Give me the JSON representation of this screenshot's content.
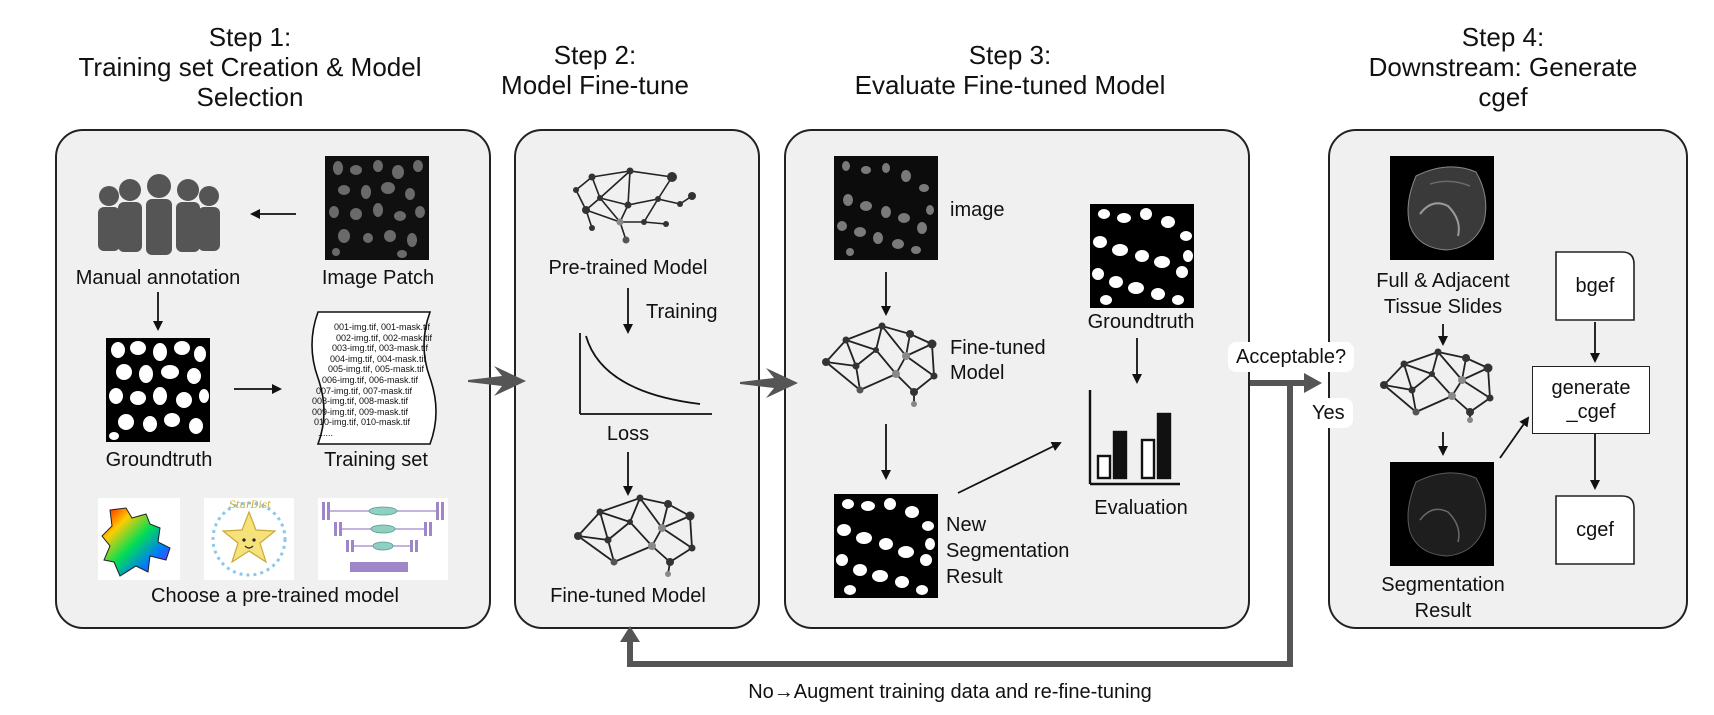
{
  "steps": [
    {
      "title_line1": "Step 1:",
      "title_line2": "Training set Creation & Model",
      "title_line3": "Selection"
    },
    {
      "title_line1": "Step 2:",
      "title_line2": "Model Fine-tune"
    },
    {
      "title_line1": "Step 3:",
      "title_line2": "Evaluate Fine-tuned Model"
    },
    {
      "title_line1": "Step 4:",
      "title_line2": "Downstream: Generate",
      "title_line3": "cgef"
    }
  ],
  "step1": {
    "manual_annotation": "Manual annotation",
    "image_patch": "Image Patch",
    "groundtruth": "Groundtruth",
    "training_set": "Training set",
    "choose_model": "Choose a pre-trained model",
    "training_list": [
      "001-img.tif, 001-mask.tif",
      "002-img.tif, 002-mask.tif",
      "003-img.tif, 003-mask.tif",
      "004-img.tif, 004-mask.tif",
      "005-img.tif, 005-mask.tif",
      "006-img.tif, 006-mask.tif",
      "007-img.tif, 007-mask.tif",
      "008-img.tif, 008-mask.tif",
      "009-img.tif, 009-mask.tif",
      "010-img.tif, 010-mask.tif",
      "......"
    ],
    "stardist_label": "StarDist"
  },
  "step2": {
    "pretrained_model": "Pre-trained Model",
    "training": "Training",
    "loss": "Loss",
    "finetuned_model": "Fine-tuned Model"
  },
  "step3": {
    "image": "image",
    "finetuned_model_line1": "Fine-tuned",
    "finetuned_model_line2": "Model",
    "groundtruth": "Groundtruth",
    "evaluation": "Evaluation",
    "new_seg_line1": "New",
    "new_seg_line2": "Segmentation",
    "new_seg_line3": "Result"
  },
  "decision": {
    "acceptable": "Acceptable?",
    "yes": "Yes",
    "no_loop": "No→Augment training data and re-fine-tuning"
  },
  "step4": {
    "full_slides_line1": "Full & Adjacent",
    "full_slides_line2": "Tissue Slides",
    "seg_result_line1": "Segmentation",
    "seg_result_line2": "Result",
    "bgef": "bgef",
    "generate_cgef_line1": "generate",
    "generate_cgef_line2": "_cgef",
    "cgef": "cgef"
  }
}
